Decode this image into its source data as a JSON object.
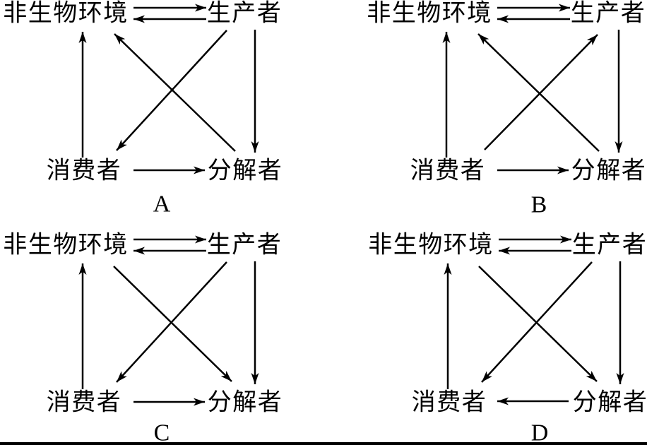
{
  "nodes": {
    "env": "非生物环境",
    "producer": "生产者",
    "consumer": "消费者",
    "decomposer": "分解者"
  },
  "diagrams": [
    {
      "label": "A",
      "edges": [
        [
          "env",
          "producer"
        ],
        [
          "producer",
          "env"
        ],
        [
          "consumer",
          "env"
        ],
        [
          "producer",
          "decomposer"
        ],
        [
          "decomposer",
          "env"
        ],
        [
          "producer",
          "consumer"
        ],
        [
          "consumer",
          "decomposer"
        ]
      ]
    },
    {
      "label": "B",
      "edges": [
        [
          "env",
          "producer"
        ],
        [
          "producer",
          "env"
        ],
        [
          "consumer",
          "env"
        ],
        [
          "producer",
          "decomposer"
        ],
        [
          "decomposer",
          "env"
        ],
        [
          "consumer",
          "producer"
        ],
        [
          "consumer",
          "decomposer"
        ]
      ]
    },
    {
      "label": "C",
      "edges": [
        [
          "env",
          "producer"
        ],
        [
          "producer",
          "env"
        ],
        [
          "consumer",
          "env"
        ],
        [
          "producer",
          "decomposer"
        ],
        [
          "env",
          "decomposer"
        ],
        [
          "producer",
          "consumer"
        ],
        [
          "consumer",
          "decomposer"
        ]
      ]
    },
    {
      "label": "D",
      "edges": [
        [
          "env",
          "producer"
        ],
        [
          "producer",
          "env"
        ],
        [
          "consumer",
          "env"
        ],
        [
          "producer",
          "decomposer"
        ],
        [
          "env",
          "decomposer"
        ],
        [
          "producer",
          "consumer"
        ],
        [
          "decomposer",
          "consumer"
        ]
      ]
    }
  ],
  "colors": {
    "ink": "#000000",
    "background": "#ffffff"
  }
}
